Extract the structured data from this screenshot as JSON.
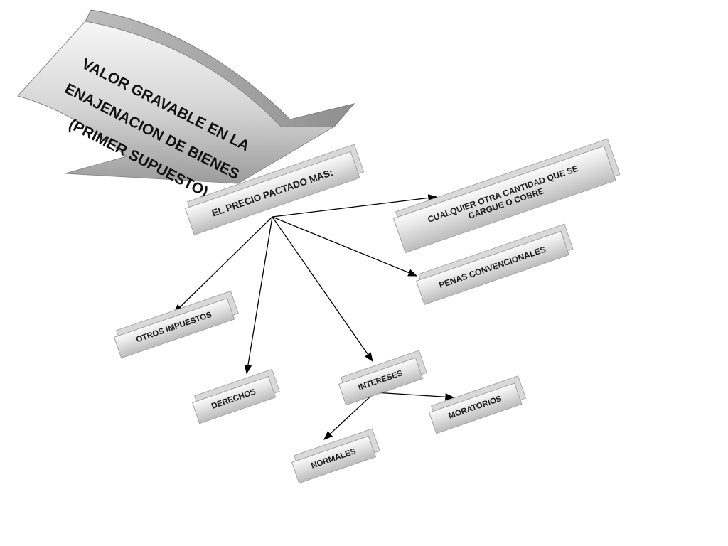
{
  "title": {
    "line1": "VALOR GRAVABLE EN LA",
    "line2": "ENAJENACION DE BIENES",
    "line3": "(PRIMER SUPUESTO)"
  },
  "nodes": {
    "root": "EL PRECIO PACTADO MAS:",
    "otra_cantidad_line1": "CUALQUIER OTRA CANTIDAD QUE SE",
    "otra_cantidad_line2": "CARGUE O COBRE",
    "penas": "PENAS CONVENCIONALES",
    "otros_impuestos": "OTROS IMPUESTOS",
    "derechos": "DERECHOS",
    "intereses": "INTERESES",
    "normales": "NORMALES",
    "moratorios": "MORATORIOS"
  }
}
